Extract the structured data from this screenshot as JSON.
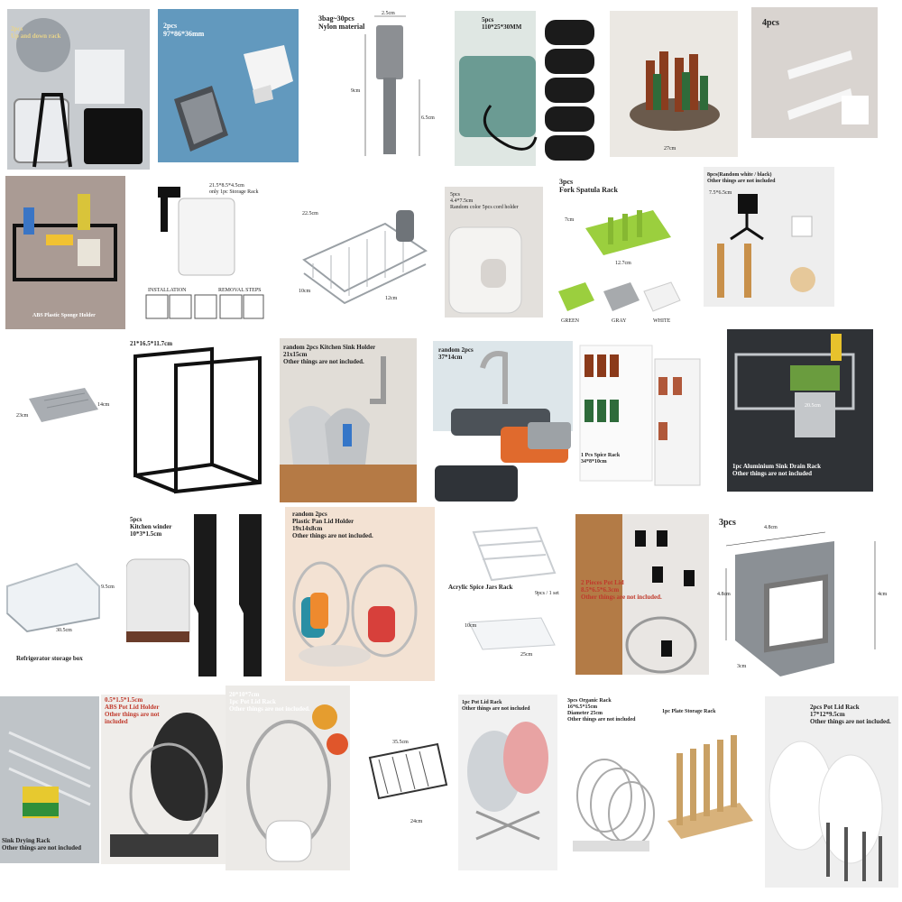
{
  "tiles": [
    {
      "id": "t01",
      "caption": "2pcs\nUp and down rack"
    },
    {
      "id": "t02",
      "caption": "2pcs\n97*86*36mm"
    },
    {
      "id": "t03",
      "caption": "3bag~30pcs\nNylon material",
      "dim_a": "2.5cm",
      "dim_b": "9cm",
      "dim_c": "6.5cm"
    },
    {
      "id": "t04",
      "caption": "5pcs\n110*25*30MM"
    },
    {
      "id": "t05",
      "caption": "",
      "dim_a": "27cm"
    },
    {
      "id": "t06",
      "caption": "4pcs"
    },
    {
      "id": "t07",
      "caption": "ABS Plastic Sponge Holder"
    },
    {
      "id": "t08",
      "caption": "21.5*8.5*4.5cm\nonly 1pc Storage Rack",
      "steps_a": "INSTALLATION",
      "steps_b": "REMOVAL STEPS"
    },
    {
      "id": "t09",
      "caption": "",
      "dim_a": "22.5cm",
      "dim_b": "10cm",
      "dim_c": "12cm"
    },
    {
      "id": "t10",
      "caption": "5pcs\n4.4*7.5cm\nRandom color 5pcs cord holder"
    },
    {
      "id": "t11",
      "caption": "3pcs\nFork Spatula Rack",
      "dim_a": "12.7cm",
      "dim_b": "7cm",
      "colors": [
        "GREEN",
        "GRAY",
        "WHITE"
      ]
    },
    {
      "id": "t12",
      "caption": "8pcs(Random white / black)\nOther things are not included",
      "dim_a": "7.5*6.5cm"
    },
    {
      "id": "t13",
      "caption": "",
      "dim_a": "23cm",
      "dim_b": "14cm"
    },
    {
      "id": "t14",
      "caption": "21*16.5*11.7cm"
    },
    {
      "id": "t15",
      "caption": "random 2pcs Kitchen Sink Holder\n21x15cm\nOther things are not included."
    },
    {
      "id": "t16",
      "caption": "random 2pcs\n37*14cm"
    },
    {
      "id": "t17",
      "caption": "1 Pcs Spice Rack\n34*8*10cm"
    },
    {
      "id": "t18",
      "caption": "1pc Aluminium Sink Drain Rack\nOther things are not included",
      "dim_a": "20.5cm"
    },
    {
      "id": "t19",
      "caption": "Refrigerator storage box",
      "dim_a": "30.5cm",
      "dim_b": "9.5cm"
    },
    {
      "id": "t20",
      "caption": "5pcs\nKitchen winder\n10*3*1.5cm"
    },
    {
      "id": "t21",
      "caption": "random 2pcs\nPlastic Pan Lid Holder\n19x14x8cm\nOther things are not included."
    },
    {
      "id": "t22",
      "caption": "Acrylic Spice Jars Rack",
      "dim_a": "9pcs / 1 set",
      "dim_b": "10cm",
      "dim_c": "25cm"
    },
    {
      "id": "t23",
      "caption": "2 Pieces Pot Lid\n8.5*6.5*6.3cm\nOther things are not included."
    },
    {
      "id": "t24",
      "caption": "3pcs",
      "dim_a": "4.8cm",
      "dim_b": "4.8cm",
      "dim_c": "4cm",
      "dim_d": "3cm"
    },
    {
      "id": "t25",
      "caption": "Sink Drying Rack\nOther things are not included"
    },
    {
      "id": "t26",
      "caption": "0.5*1.5*1.5cm\nABS Pot Lid Holder\nOther things are not included"
    },
    {
      "id": "t27",
      "caption": "20*10*7cm\n1pc Pot Lid Rack\nOther things are not included."
    },
    {
      "id": "t28",
      "caption": "",
      "dim_a": "35.5cm",
      "dim_b": "24cm"
    },
    {
      "id": "t29",
      "caption": "1pc Pot Lid Rack\nOther things are not included"
    },
    {
      "id": "t30",
      "caption": "3pcs Organic Rack\n16*6.5*15cm\nDiameter 25cm\nOther things are not included"
    },
    {
      "id": "t31",
      "caption": "1pc Plate Storage Rack"
    },
    {
      "id": "t32",
      "caption": "2pcs Pot Lid Rack\n17*12*9.5cm\nOther things are not included."
    }
  ],
  "colors": {
    "black": "#1d1d1d",
    "steel": "#b9bcc0",
    "green": "#8bc53f",
    "blue_bg": "#5d8fb3",
    "wood": "#d7b07a",
    "orange": "#e5692b",
    "teal": "#2c8c9a"
  },
  "icons": [
    "sponge-holder",
    "cord-winder",
    "faucet",
    "dish-rack",
    "pot-lid",
    "spice-rack"
  ]
}
